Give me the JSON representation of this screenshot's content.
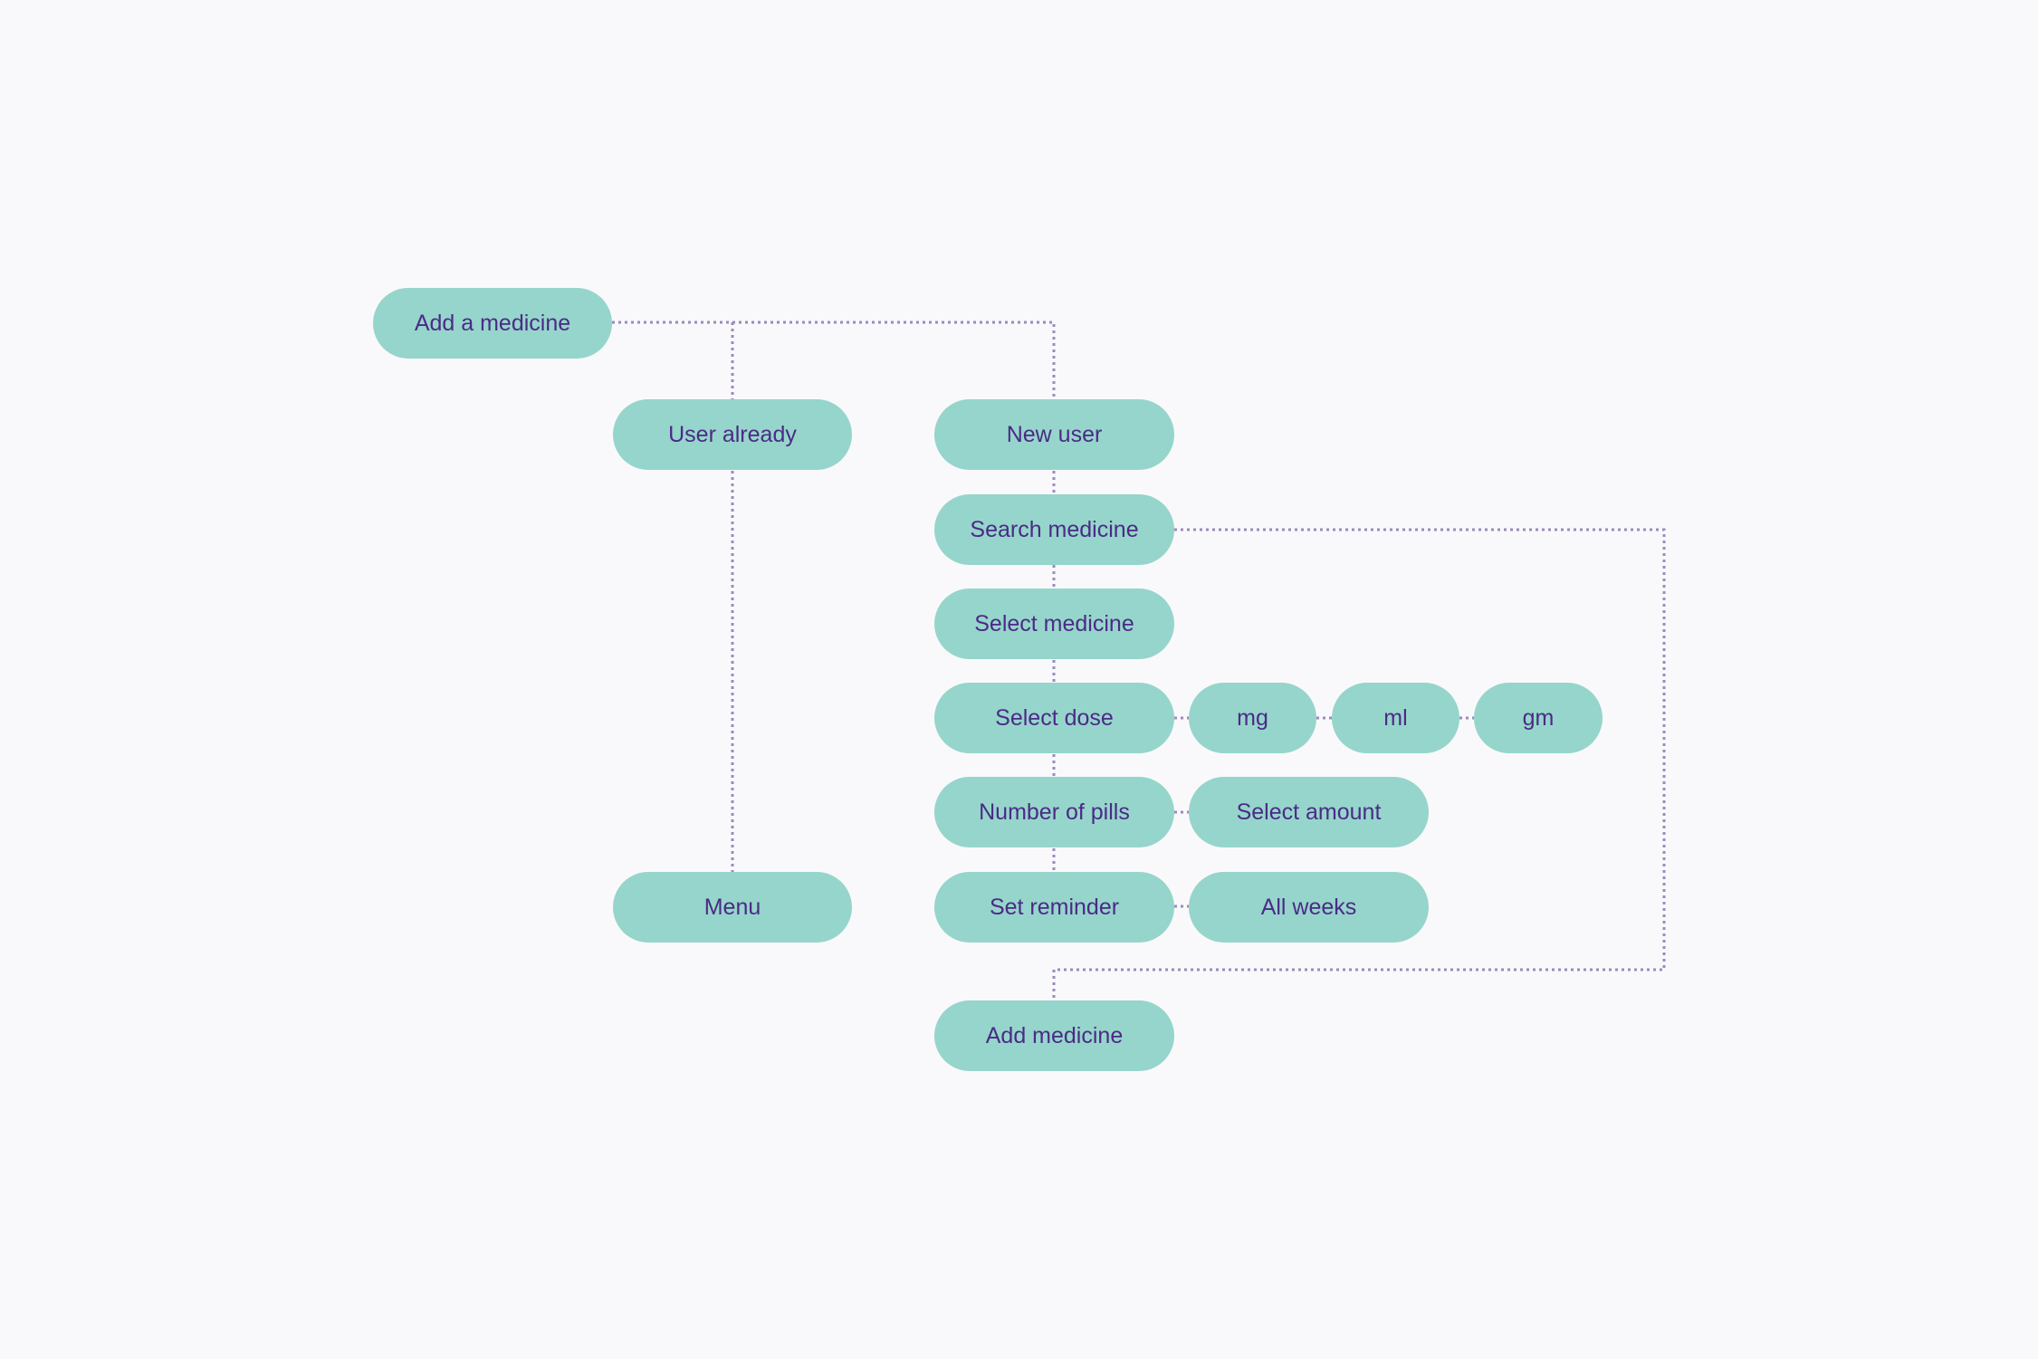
{
  "colors": {
    "background": "#f9f9fb",
    "node_fill": "#96d5cb",
    "node_text": "#4a2b86",
    "connector": "#9b8ac0"
  },
  "nodes": {
    "add_a_medicine": "Add a medicine",
    "user_already": "User already",
    "new_user": "New user",
    "search_medicine": "Search medicine",
    "select_medicine": "Select medicine",
    "select_dose": "Select dose",
    "mg": "mg",
    "ml": "ml",
    "gm": "gm",
    "number_of_pills": "Number of pills",
    "select_amount": "Select amount",
    "menu": "Menu",
    "set_reminder": "Set reminder",
    "all_weeks": "All weeks",
    "add_medicine": "Add medicine"
  },
  "connections": [
    [
      "add_a_medicine",
      "user_already"
    ],
    [
      "add_a_medicine",
      "new_user"
    ],
    [
      "user_already",
      "menu"
    ],
    [
      "new_user",
      "search_medicine"
    ],
    [
      "search_medicine",
      "select_medicine"
    ],
    [
      "search_medicine",
      "add_medicine"
    ],
    [
      "select_medicine",
      "select_dose"
    ],
    [
      "select_dose",
      "mg"
    ],
    [
      "mg",
      "ml"
    ],
    [
      "ml",
      "gm"
    ],
    [
      "select_dose",
      "number_of_pills"
    ],
    [
      "number_of_pills",
      "select_amount"
    ],
    [
      "number_of_pills",
      "set_reminder"
    ],
    [
      "set_reminder",
      "all_weeks"
    ]
  ]
}
